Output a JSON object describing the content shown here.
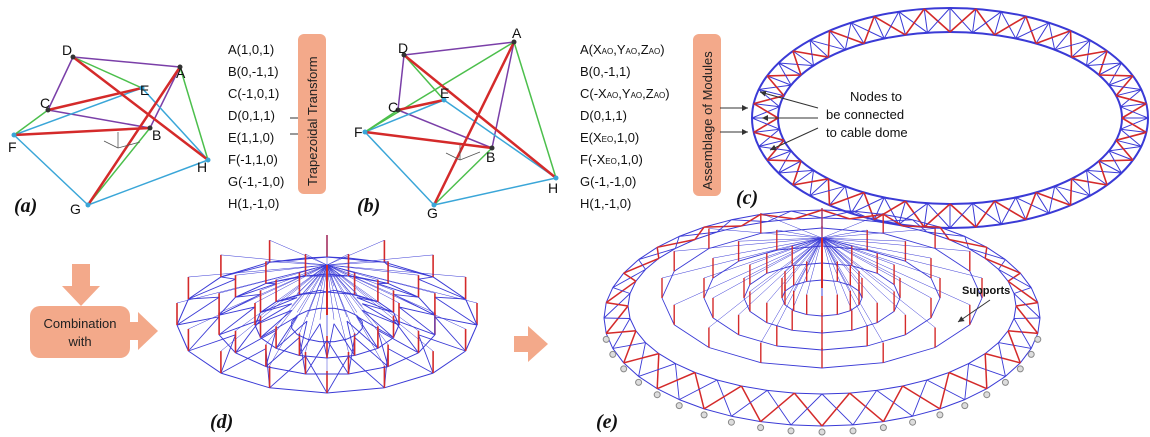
{
  "panels": {
    "a": "(a)",
    "b": "(b)",
    "c": "(c)",
    "d": "(d)",
    "e": "(e)"
  },
  "node_labels_a": [
    "A",
    "B",
    "C",
    "D",
    "E",
    "F",
    "G",
    "H"
  ],
  "node_labels_b": [
    "A",
    "B",
    "C",
    "D",
    "E",
    "F",
    "G",
    "H"
  ],
  "coords_1": [
    "A(1,0,1)",
    "B(0,-1,1)",
    "C(-1,0,1)",
    "D(0,1,1)",
    "E(1,1,0)",
    "F(-1,1,0)",
    "G(-1,-1,0)",
    "H(1,-1,0)"
  ],
  "coords_2": {
    "A": {
      "pre": "A(X",
      "s1": "AO",
      "m1": ",Y",
      "s2": "AO",
      "m2": ",Z",
      "s3": "AO",
      "post": ")"
    },
    "B": "B(0,-1,1)",
    "C": {
      "pre": "C(-X",
      "s1": "AO",
      "m1": ",Y",
      "s2": "AO",
      "m2": ",Z",
      "s3": "AO",
      "post": ")"
    },
    "D": "D(0,1,1)",
    "E": {
      "pre": "E(X",
      "s1": "EO",
      "post": ",1,0)"
    },
    "F": {
      "pre": "F(-X",
      "s1": "EO",
      "post": ",1,0)"
    },
    "G": "G(-1,-1,0)",
    "H": "H(1,-1,0)"
  },
  "labels": {
    "transform": "Trapezoidal Transform",
    "assemblage": "Assemblage of Modules",
    "combination_1": "Combination",
    "combination_2": "with",
    "nodes_1": "Nodes to",
    "nodes_2": "be connected",
    "nodes_3": "to cable dome",
    "supports": "Supports"
  },
  "colors": {
    "red": "#d42a2a",
    "blue": "#3a3ad6",
    "purple": "#7a3fa8",
    "green": "#4cbf4c",
    "cyan": "#3aa6d8",
    "salmon": "#f3a98a",
    "salmon_dark": "#e8956e"
  }
}
